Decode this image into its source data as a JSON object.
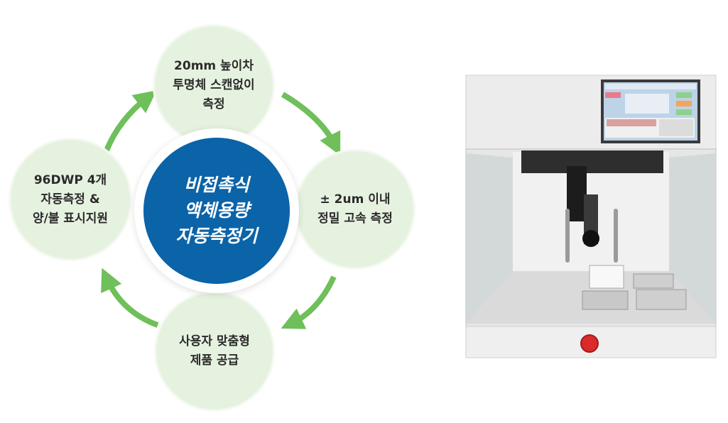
{
  "center": {
    "lines": [
      "비접촉식",
      "액체용량",
      "자동측정기"
    ],
    "color": "#0b63a8"
  },
  "nodes": {
    "top": {
      "lines": [
        "20mm 높이차",
        "투명체 스캔없이",
        "측정"
      ]
    },
    "right": {
      "lines": [
        "± 2um 이내",
        "정밀 고속 측정"
      ]
    },
    "bottom": {
      "lines": [
        "사용자 맞춤형",
        "제품 공급"
      ]
    },
    "left": {
      "lines": [
        "96DWP 4개",
        "자동측정 &",
        "양/불 표시지원"
      ]
    }
  },
  "colors": {
    "node_fill": "#e6f2e0",
    "arrow": "#6fbf5a"
  }
}
